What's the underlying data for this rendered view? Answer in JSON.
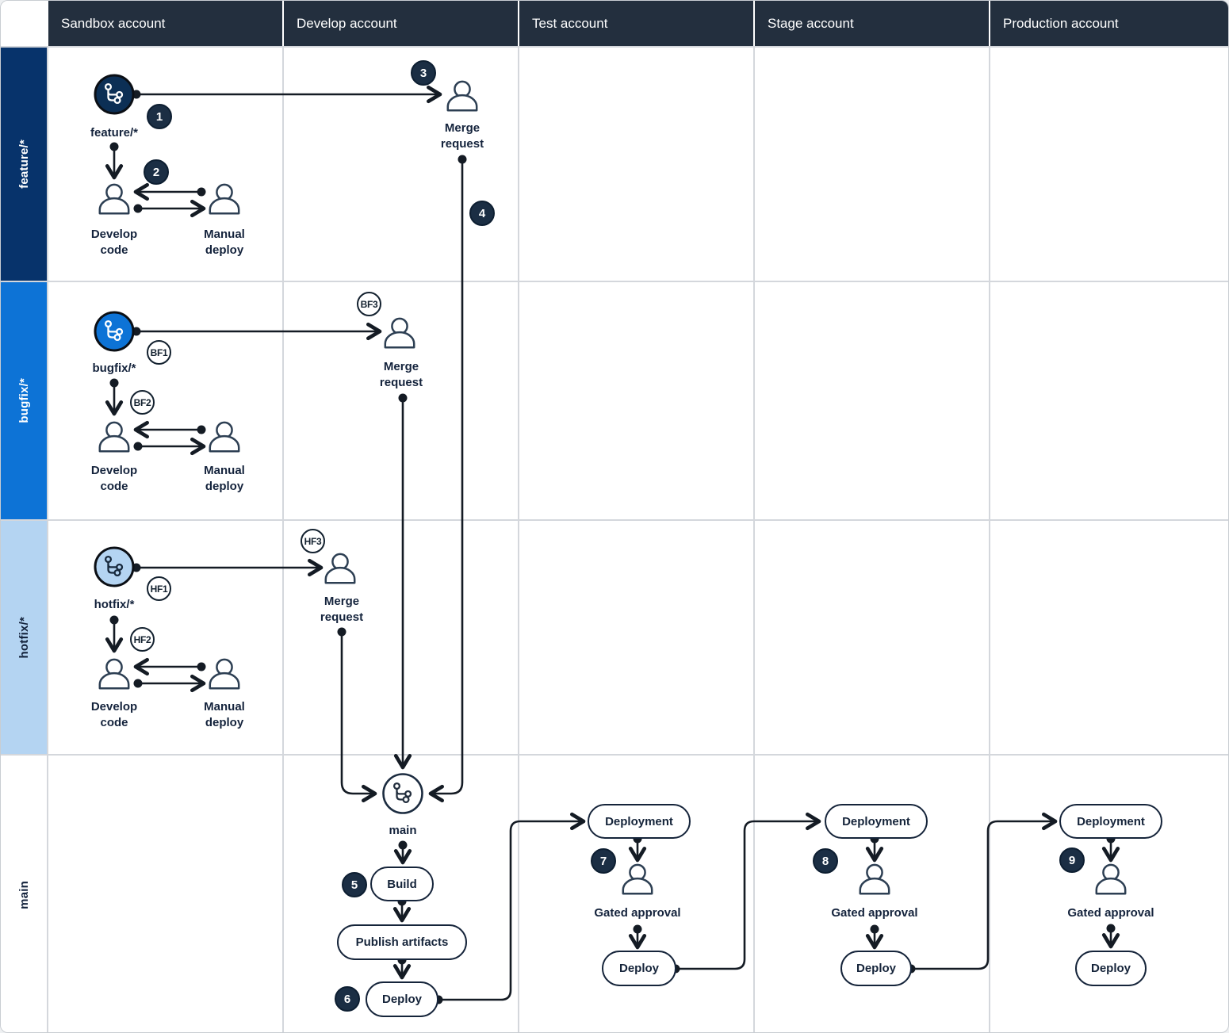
{
  "header": {
    "columns": [
      "Sandbox account",
      "Develop account",
      "Test account",
      "Stage account",
      "Production account"
    ]
  },
  "rows": {
    "feature": {
      "label": "feature/*",
      "branch_name": "feature/*",
      "develop_code": "Develop code",
      "manual_deploy": "Manual deploy",
      "merge_request": "Merge request",
      "steps": {
        "s1": "1",
        "s2": "2",
        "s3": "3",
        "s4": "4"
      }
    },
    "bugfix": {
      "label": "bugfix/*",
      "branch_name": "bugfix/*",
      "develop_code": "Develop code",
      "manual_deploy": "Manual deploy",
      "merge_request": "Merge request",
      "steps": {
        "s1": "BF1",
        "s2": "BF2",
        "s3": "BF3"
      }
    },
    "hotfix": {
      "label": "hotfix/*",
      "branch_name": "hotfix/*",
      "develop_code": "Develop code",
      "manual_deploy": "Manual deploy",
      "merge_request": "Merge request",
      "steps": {
        "s1": "HF1",
        "s2": "HF2",
        "s3": "HF3"
      }
    },
    "main": {
      "label": "main",
      "branch_name": "main",
      "build": "Build",
      "publish_artifacts": "Publish artifacts",
      "deploy": "Deploy",
      "steps": {
        "build": "5",
        "deploy": "6"
      },
      "environments": [
        {
          "deployment": "Deployment",
          "badge": "7",
          "gated_approval": "Gated approval",
          "deploy": "Deploy"
        },
        {
          "deployment": "Deployment",
          "badge": "8",
          "gated_approval": "Gated approval",
          "deploy": "Deploy"
        },
        {
          "deployment": "Deployment",
          "badge": "9",
          "gated_approval": "Gated approval",
          "deploy": "Deploy"
        }
      ]
    }
  },
  "colors": {
    "header_bg": "#232f3e",
    "feature_band": "#07336b",
    "bugfix_band": "#0d73d6",
    "hotfix_band": "#b4d4f2",
    "badge_dark": "#1b2e44",
    "line": "#141b24"
  }
}
